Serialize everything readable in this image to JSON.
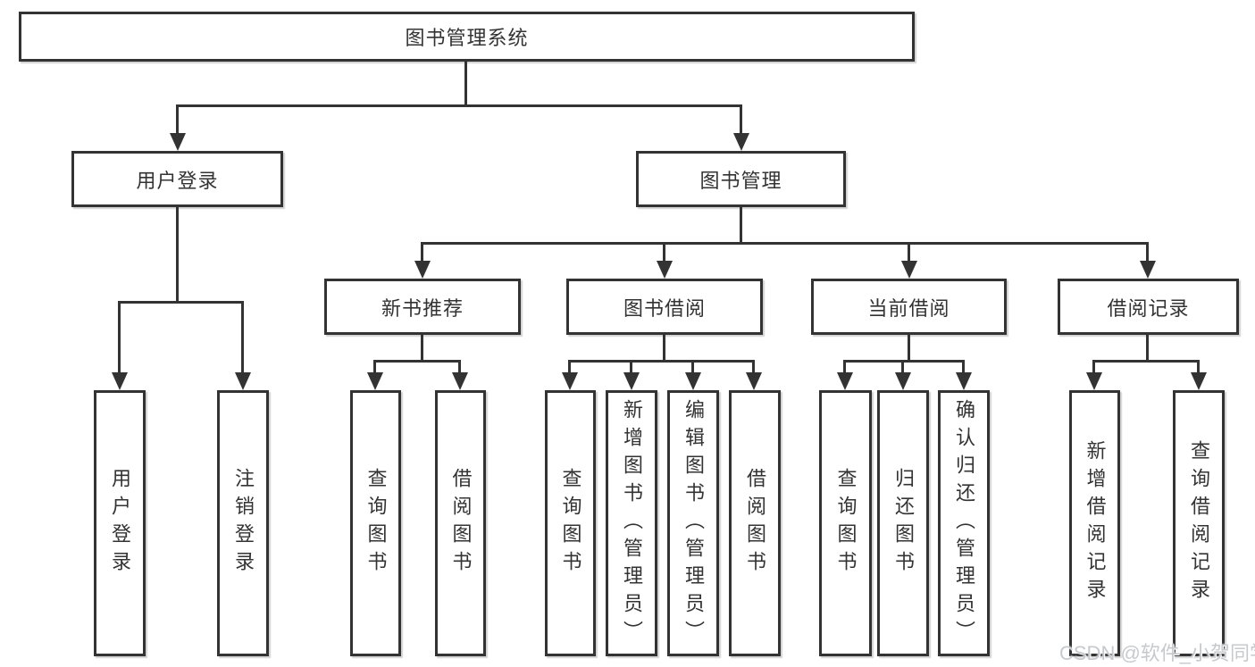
{
  "diagram_title": "图书管理系统",
  "nodes": {
    "root": "图书管理系统",
    "userLogin": "用户登录",
    "bookMgmt": "图书管理",
    "newBooks": "新书推荐",
    "bookBorrow": "图书借阅",
    "currentBorrow": "当前借阅",
    "borrowRecords": "借阅记录",
    "leafUserLogin": "用户登录",
    "leafLogout": "注销登录",
    "nbQuery": "查询图书",
    "nbBorrow": "借阅图书",
    "bbQuery": "查询图书",
    "bbAdd": "新增图书（管理员）",
    "bbEdit": "编辑图书（管理员）",
    "bbBorrow": "借阅图书",
    "cbQuery": "查询图书",
    "cbReturn": "归还图书",
    "cbConfirm": "确认归还（管理员）",
    "brAdd": "新增借阅记录",
    "brQuery": "查询借阅记录"
  },
  "hierarchy": {
    "图书管理系统": {
      "用户登录": [
        "用户登录",
        "注销登录"
      ],
      "图书管理": {
        "新书推荐": [
          "查询图书",
          "借阅图书"
        ],
        "图书借阅": [
          "查询图书",
          "新增图书（管理员）",
          "编辑图书（管理员）",
          "借阅图书"
        ],
        "当前借阅": [
          "查询图书",
          "归还图书",
          "确认归还（管理员）"
        ],
        "借阅记录": [
          "新增借阅记录",
          "查询借阅记录"
        ]
      }
    }
  },
  "watermark": "CSDN @软件_小贺同学",
  "colors": {
    "line": "#333333",
    "text": "#333333",
    "box_background": "#ffffff",
    "watermark": "#c3c7cb",
    "page_background": "#ffffff"
  }
}
